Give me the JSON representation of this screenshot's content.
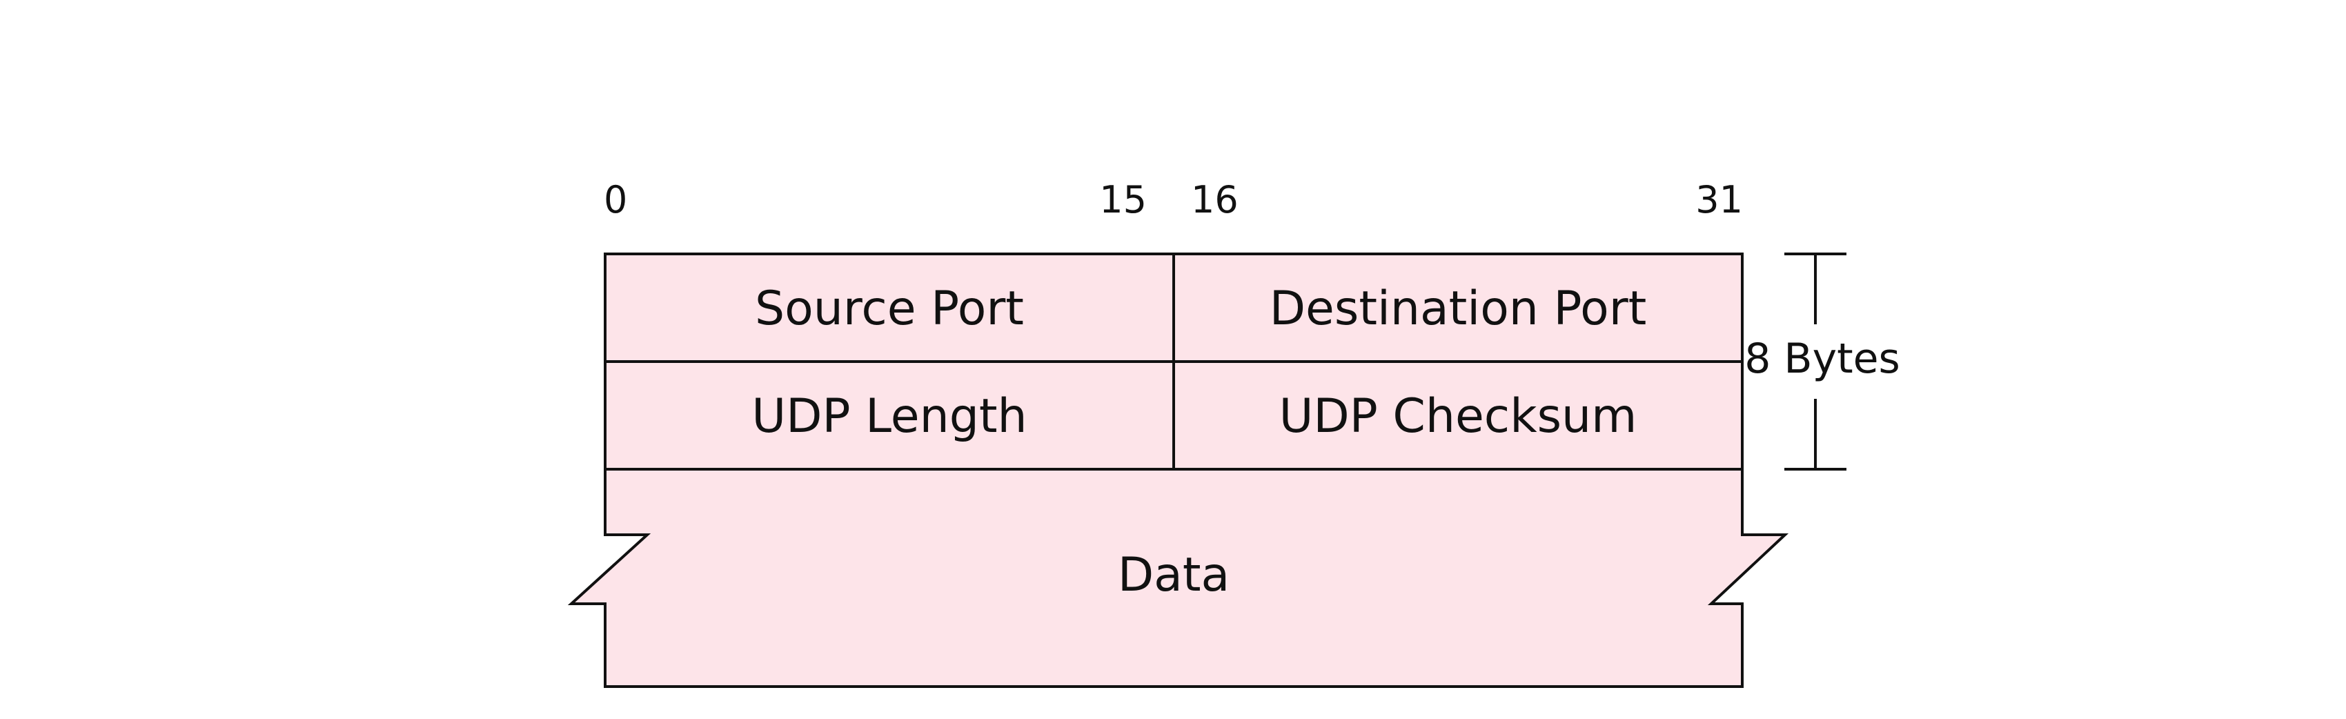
{
  "diagram": {
    "bits": {
      "b0": "0",
      "b15": "15",
      "b16": "16",
      "b31": "31"
    },
    "fields": {
      "source_port": "Source Port",
      "destination_port": "Destination Port",
      "udp_length": "UDP Length",
      "udp_checksum": "UDP Checksum",
      "data": "Data"
    },
    "header_size": "8 Bytes",
    "colors": {
      "fill": "#fde4e9",
      "stroke": "#111111"
    }
  }
}
